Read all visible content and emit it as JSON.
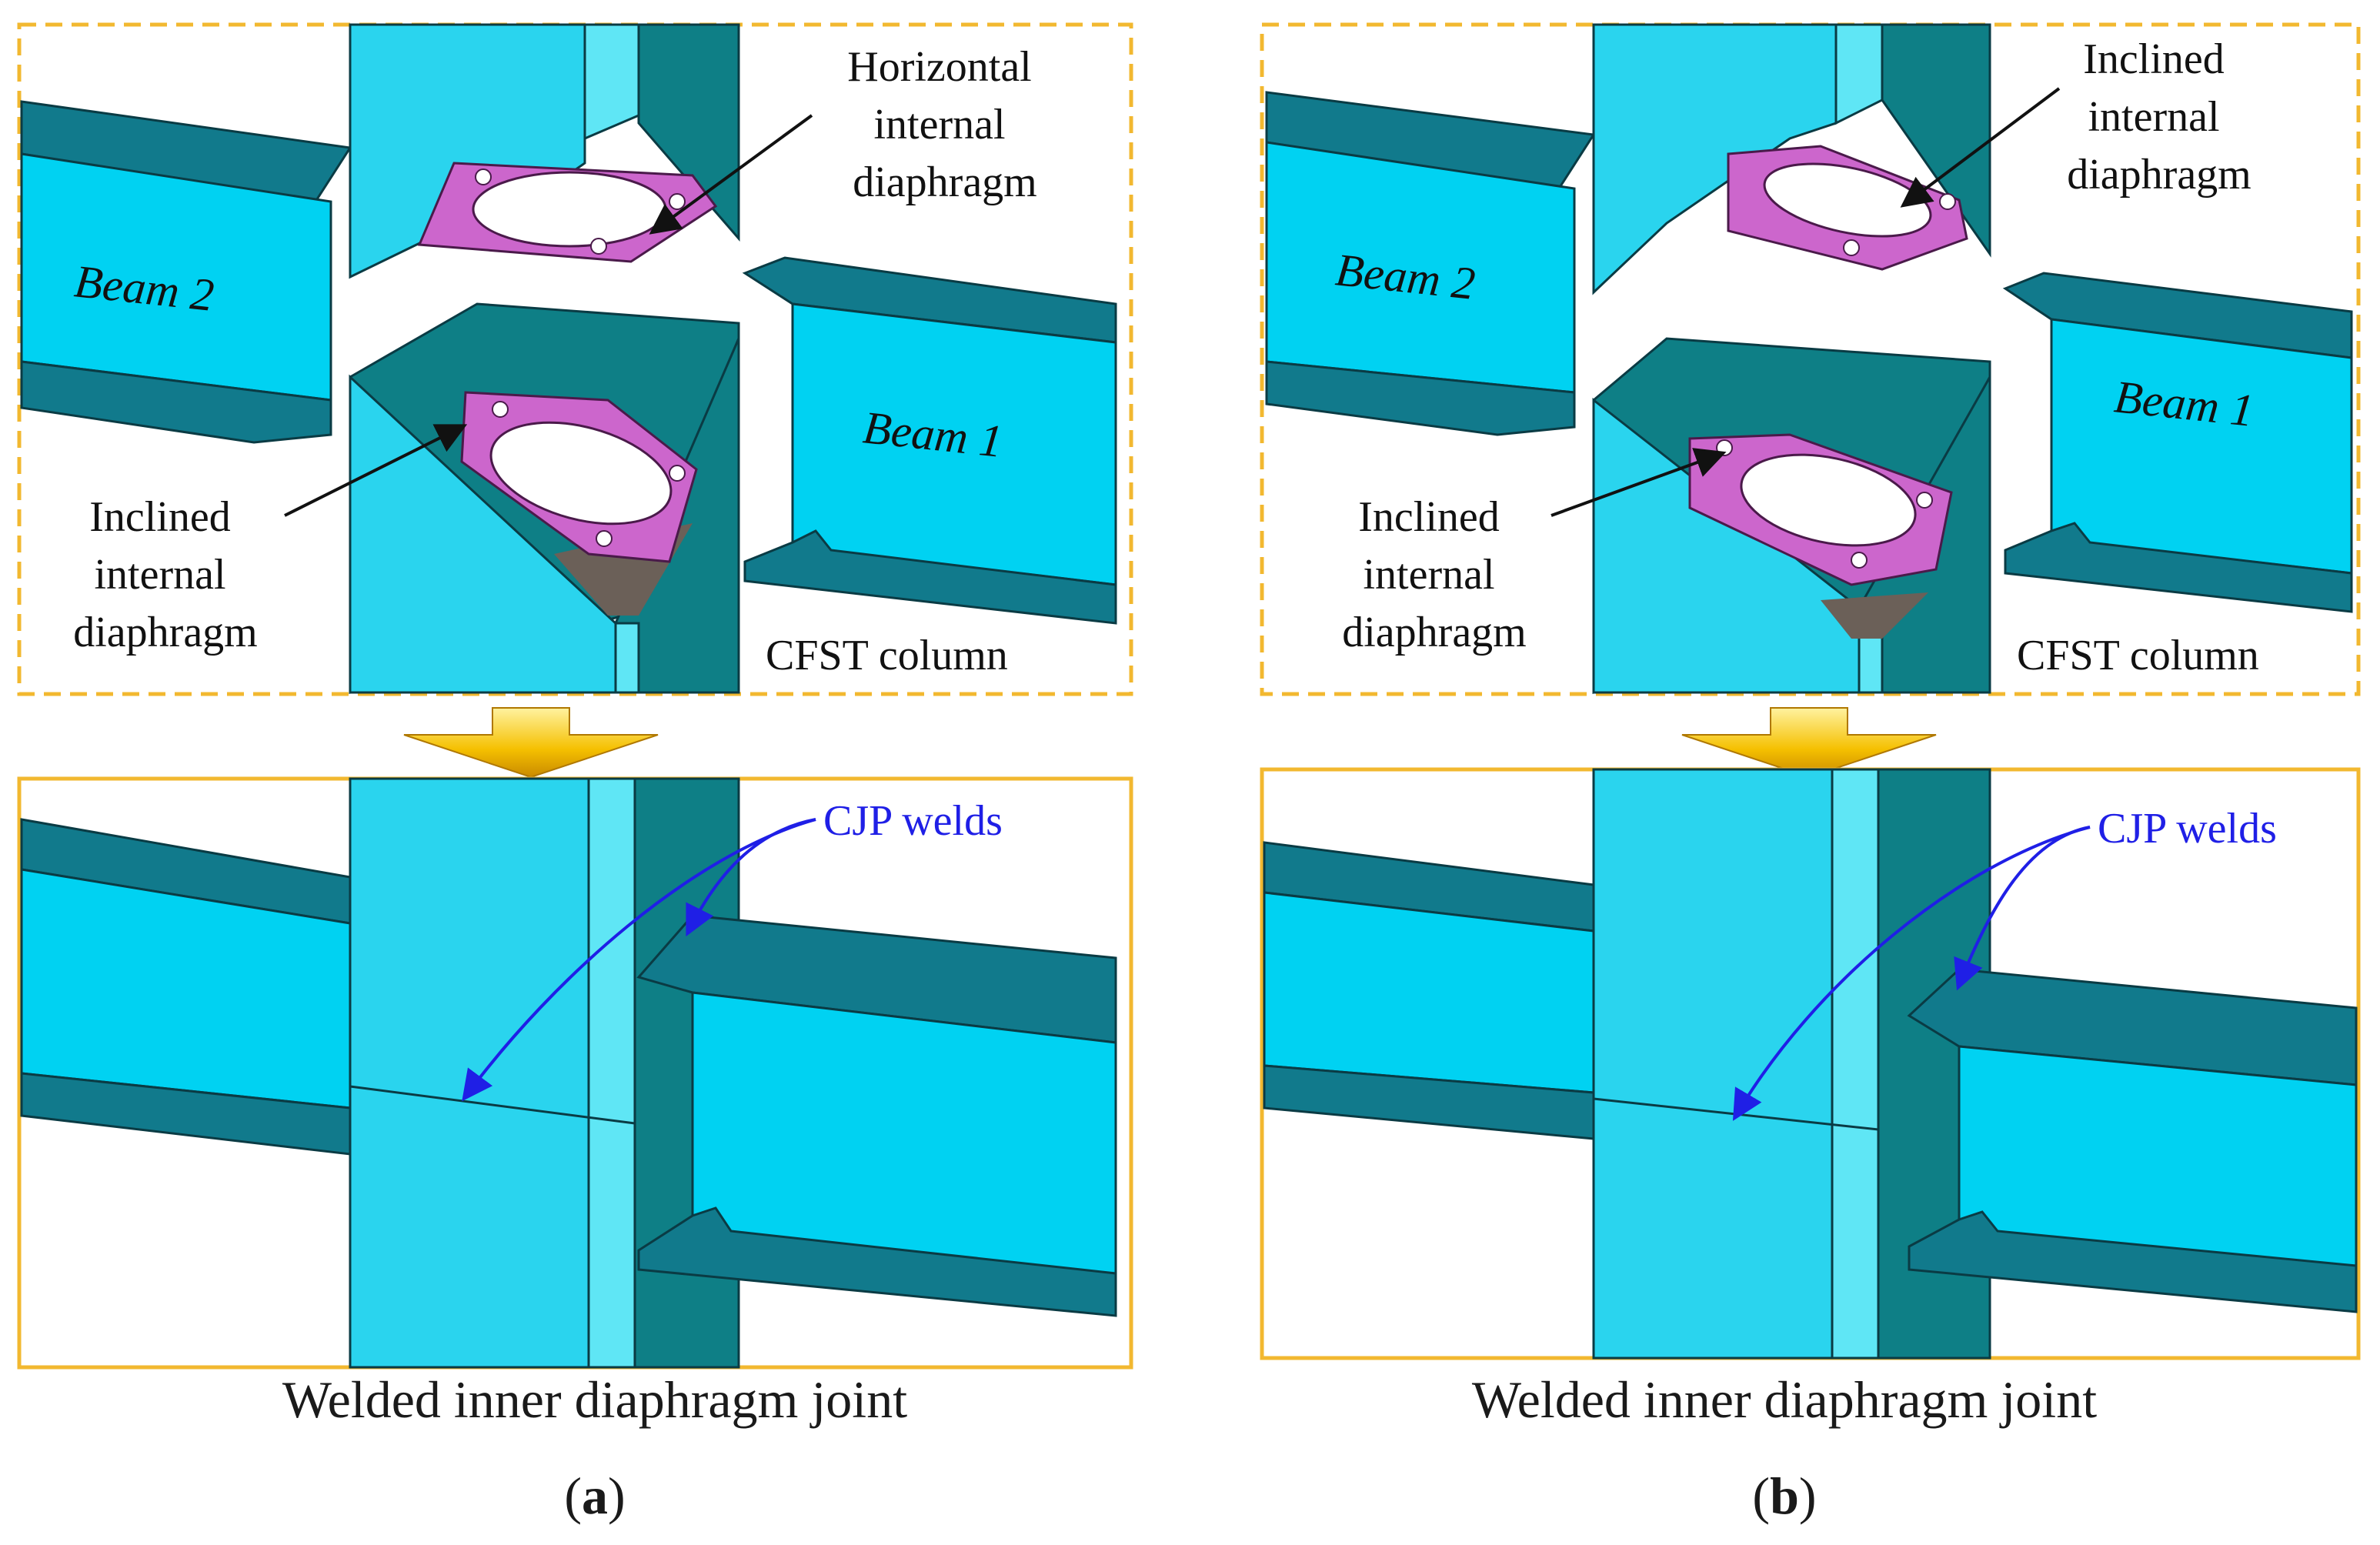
{
  "panels": [
    {
      "id": "a",
      "top_label": "Horizontal internal diaphragm",
      "top_label_lines": [
        "Horizontal",
        "internal",
        "diaphragm"
      ],
      "bottom_label_lines": [
        "Inclined",
        "internal",
        "diaphragm"
      ],
      "beam_left": "Beam 2",
      "beam_right": "Beam 1",
      "column": "CFST column",
      "welds": "CJP welds",
      "caption": "Welded inner diaphragm joint",
      "label_letter": "a"
    },
    {
      "id": "b",
      "top_label_lines": [
        "Inclined",
        "internal",
        "diaphragm"
      ],
      "bottom_label_lines": [
        "Inclined",
        "internal",
        "diaphragm"
      ],
      "beam_left": "Beam 2",
      "beam_right": "Beam 1",
      "column": "CFST column",
      "welds": "CJP welds",
      "caption": "Welded inner diaphragm joint",
      "label_letter": "b"
    }
  ],
  "colors": {
    "frame_dashed": "#f2b830",
    "frame_solid": "#f2b830",
    "steel_light": "#2ad4ee",
    "steel_face": "#00d2f2",
    "steel_dark": "#0e7f86",
    "flange_top": "#117a8c",
    "diaphragm": "#cc66cc",
    "weld_arrow": "#1f1fe6",
    "concrete": "#6b6058"
  }
}
